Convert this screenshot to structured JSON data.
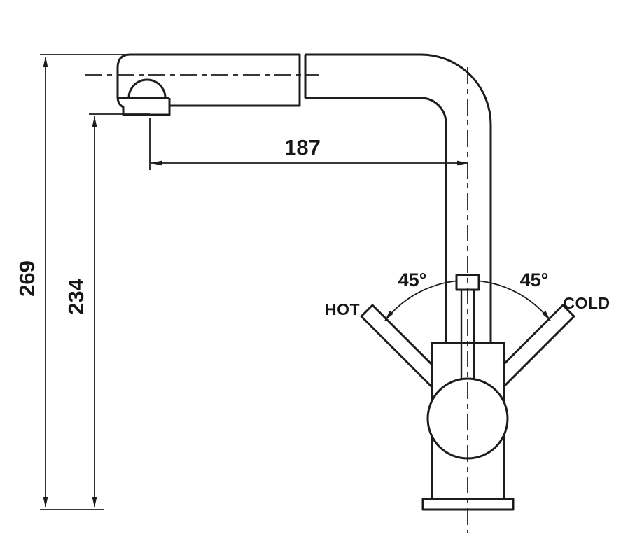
{
  "drawing": {
    "dimensions": {
      "total_height": "269",
      "body_height": "234",
      "spout_reach": "187"
    },
    "angles": {
      "hot_angle": "45°",
      "cold_angle": "45°"
    },
    "labels": {
      "hot": "HOT",
      "cold": "COLD"
    },
    "style": {
      "line_color": "#1c1c1c",
      "background": "#ffffff"
    }
  }
}
